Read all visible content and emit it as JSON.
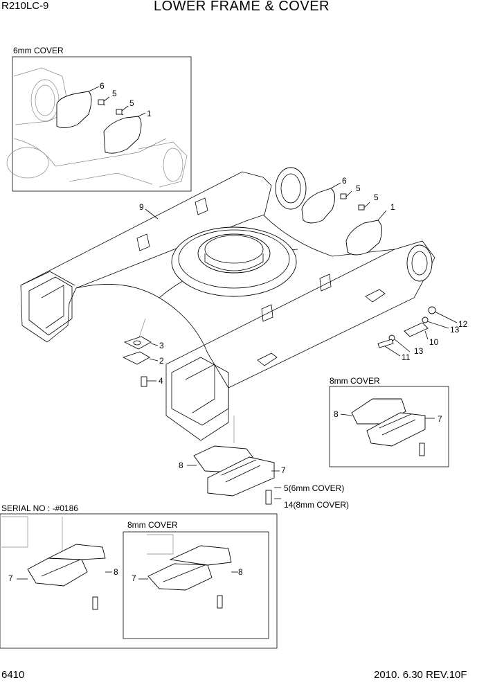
{
  "header": {
    "model": "R210LC-9",
    "title": "LOWER FRAME & COVER"
  },
  "footer": {
    "page_number": "6410",
    "revision": "2010. 6.30  REV.10F"
  },
  "insets": {
    "top_left_title": "6mm COVER",
    "right_title": "8mm COVER",
    "serial_label": "SERIAL NO : -#0186",
    "bottom_inner_title": "8mm COVER"
  },
  "callouts": {
    "tl_6": "6",
    "tl_5a": "5",
    "tl_5b": "5",
    "tl_1": "1",
    "m_9": "9",
    "m_6": "6",
    "m_5a": "5",
    "m_5b": "5",
    "m_1": "1",
    "m_12": "12",
    "m_13a": "13",
    "m_10": "10",
    "m_13b": "13",
    "m_11": "11",
    "m_3": "3",
    "m_2": "2",
    "m_4": "4",
    "r_8": "8",
    "r_7": "7",
    "c_8": "8",
    "c_7": "7",
    "c_5": "5(6mm COVER)",
    "c_14": "14(8mm COVER)",
    "bl_7": "7",
    "bl_8": "8",
    "bi_7": "7",
    "bi_8": "8"
  }
}
